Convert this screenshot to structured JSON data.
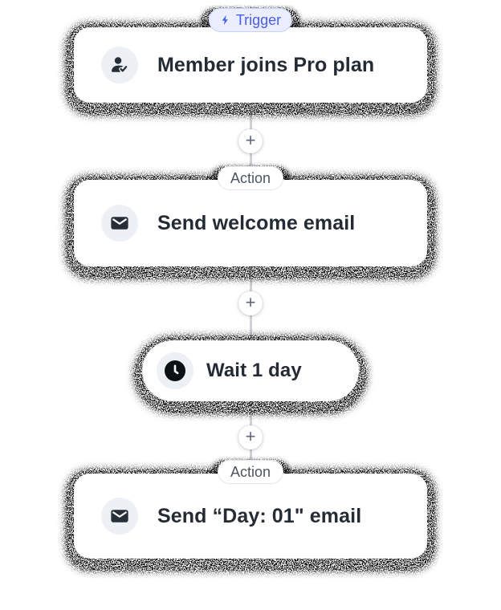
{
  "page": {
    "background": "#ffffff"
  },
  "workflow": {
    "nodes": [
      {
        "type": "trigger",
        "badge": "Trigger",
        "title": "Member joins Pro plan",
        "icon": "member-check-icon"
      },
      {
        "type": "action",
        "badge": "Action",
        "title": "Send welcome email",
        "icon": "envelope-icon"
      },
      {
        "type": "delay",
        "title": "Wait 1 day",
        "icon": "clock-icon"
      },
      {
        "type": "action",
        "badge": "Action",
        "title": "Send “Day: 01\" email",
        "icon": "envelope-icon"
      }
    ],
    "connector_plus": "+"
  },
  "colors": {
    "trigger_badge_bg": "#eaeefe",
    "trigger_badge_border": "#c7d1fb",
    "trigger_badge_text": "#4a5cf0",
    "action_badge_bg": "#ffffff",
    "action_badge_border": "#e3e6ea",
    "action_badge_text": "#4d555f",
    "card_bg": "#ffffff",
    "title_text": "#242b34",
    "icon_circle_bg": "#edf1f5",
    "icon_glyph": "#262e38",
    "connector_line": "#d0d3d7",
    "plus_glyph": "#5f6670",
    "shadow_grain": "#000000"
  }
}
